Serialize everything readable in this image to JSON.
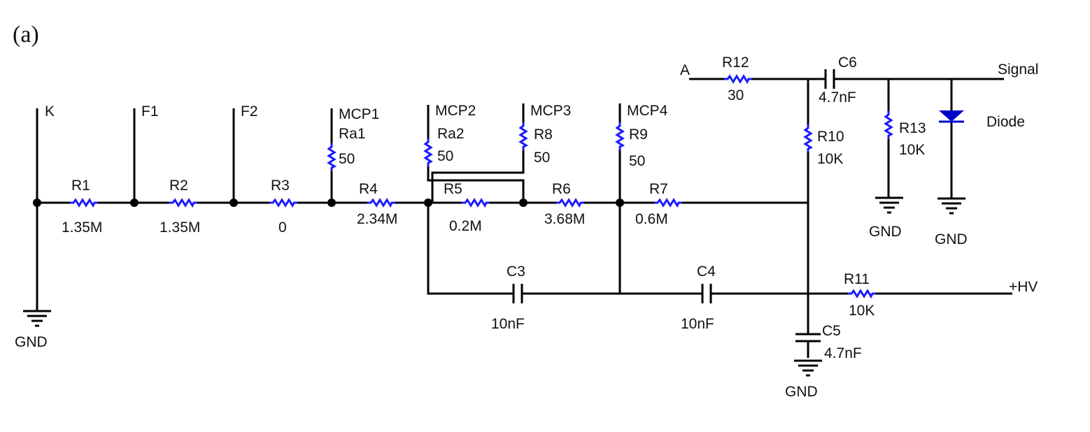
{
  "figure_label": "(a)",
  "terminals": {
    "K": "K",
    "F1": "F1",
    "F2": "F2",
    "MCP1": "MCP1",
    "MCP2": "MCP2",
    "MCP3": "MCP3",
    "MCP4": "MCP4",
    "A": "A",
    "Signal": "Signal",
    "HV": "+HV"
  },
  "resistors": {
    "R1": {
      "name": "R1",
      "value": "1.35M"
    },
    "R2": {
      "name": "R2",
      "value": "1.35M"
    },
    "R3": {
      "name": "R3",
      "value": "0"
    },
    "R4": {
      "name": "R4",
      "value": "2.34M"
    },
    "R5": {
      "name": "R5",
      "value": "0.2M"
    },
    "R6": {
      "name": "R6",
      "value": "3.68M"
    },
    "R7": {
      "name": "R7",
      "value": "0.6M"
    },
    "Ra1": {
      "name": "Ra1",
      "value": "50"
    },
    "Ra2": {
      "name": "Ra2",
      "value": "50"
    },
    "R8": {
      "name": "R8",
      "value": "50"
    },
    "R9": {
      "name": "R9",
      "value": "50"
    },
    "R10": {
      "name": "R10",
      "value": "10K"
    },
    "R11": {
      "name": "R11",
      "value": "10K"
    },
    "R12": {
      "name": "R12",
      "value": "30"
    },
    "R13": {
      "name": "R13",
      "value": "10K"
    }
  },
  "capacitors": {
    "C3": {
      "name": "C3",
      "value": "10nF"
    },
    "C4": {
      "name": "C4",
      "value": "10nF"
    },
    "C5": {
      "name": "C5",
      "value": "4.7nF"
    },
    "C6": {
      "name": "C6",
      "value": "4.7nF"
    }
  },
  "diode_label": "Diode",
  "gnd_label": "GND",
  "colors": {
    "resistor": "#1a1aff",
    "diode": "#0000cc",
    "wire": "#000000"
  }
}
